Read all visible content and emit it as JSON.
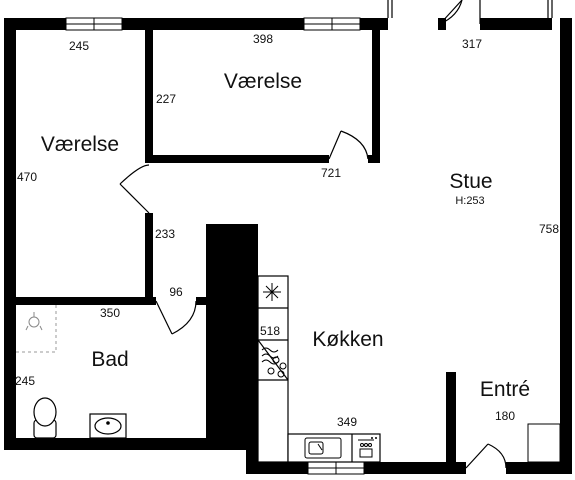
{
  "rooms": {
    "bedroom_left": {
      "name": "Værelse",
      "width": "245",
      "depth": "470"
    },
    "bedroom_top": {
      "name": "Værelse",
      "width": "398",
      "depth": "227"
    },
    "living": {
      "name": "Stue",
      "height": "H:253",
      "width": "317",
      "depth": "758"
    },
    "bathroom": {
      "name": "Bad",
      "width": "350",
      "depth": "245"
    },
    "kitchen": {
      "name": "Køkken",
      "width": "349",
      "depth": "518"
    },
    "entrance": {
      "name": "Entré",
      "width": "180"
    }
  },
  "dimensions": {
    "hall_721": "721",
    "hall_233": "233",
    "hall_96": "96"
  },
  "colors": {
    "wall": "#000000",
    "background": "#ffffff",
    "dashed": "#999999"
  },
  "icons": [
    "window",
    "door-swing",
    "snowflake-icon",
    "hob-icon",
    "sink-icon",
    "toilet-icon",
    "shower-icon",
    "dishwasher-icon"
  ]
}
